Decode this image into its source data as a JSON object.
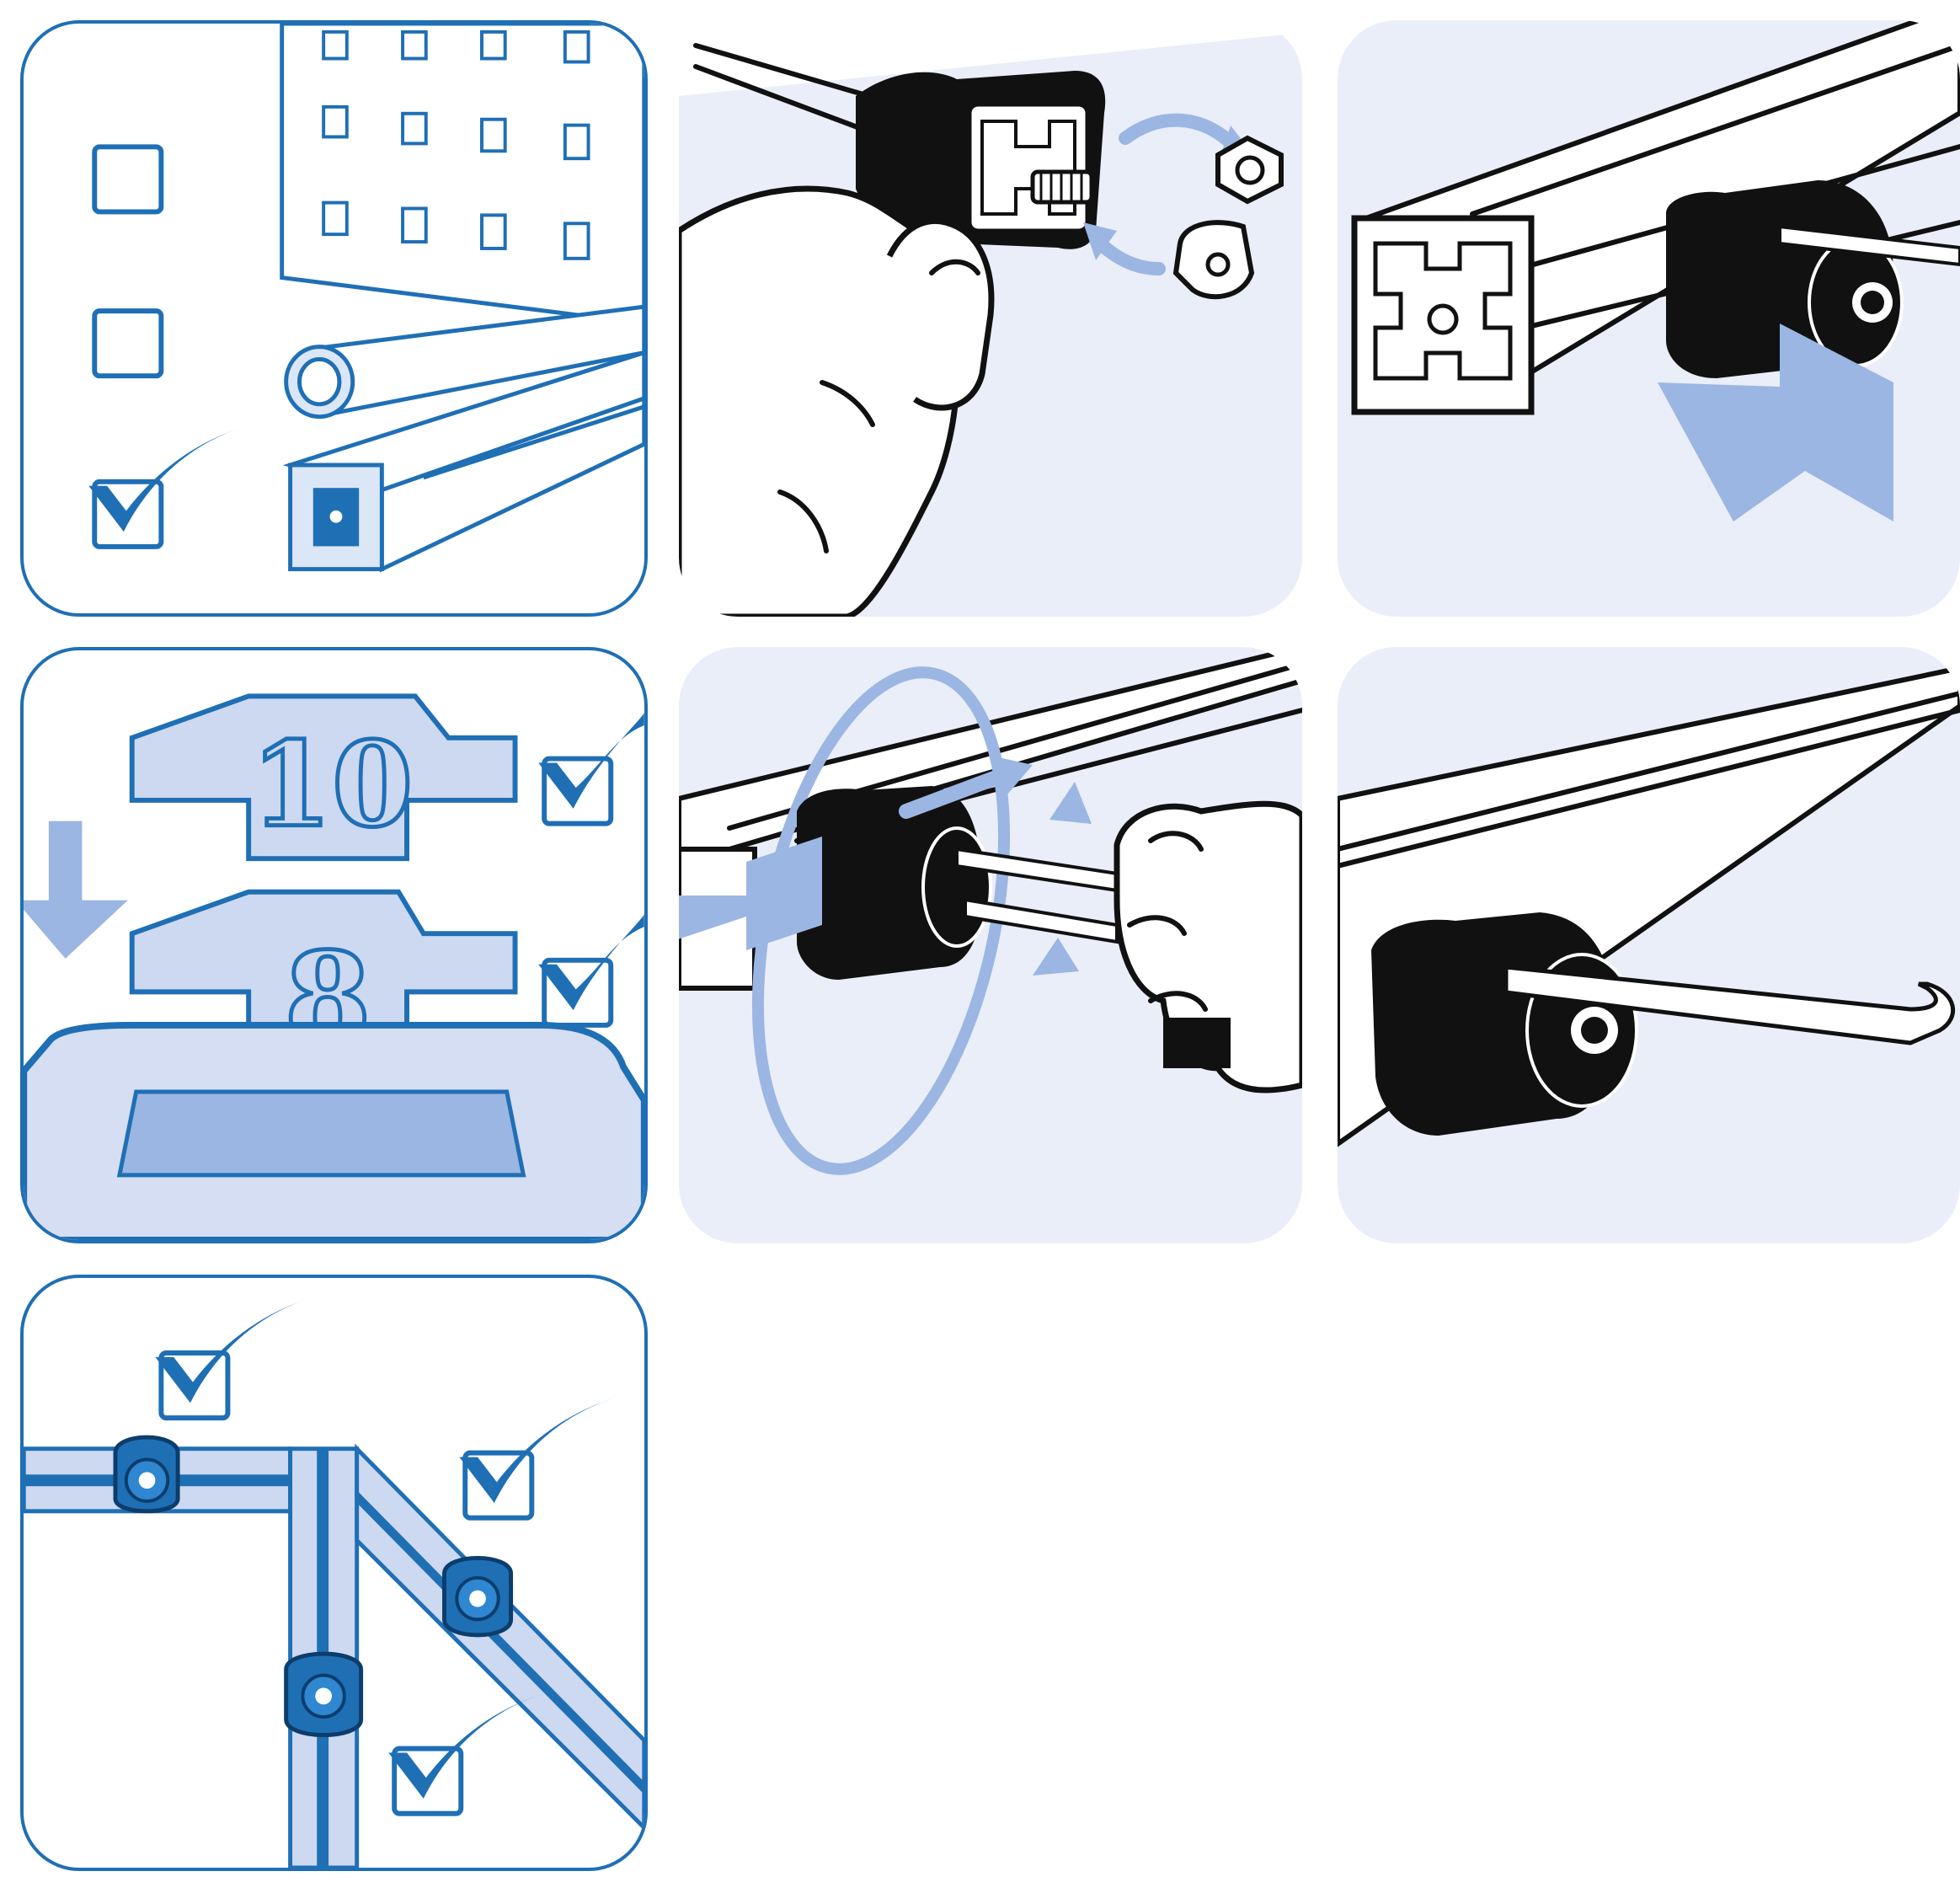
{
  "steps": [
    {
      "id": 1,
      "kind": "profile-type-selection"
    },
    {
      "id": 2,
      "kind": "insert-nut"
    },
    {
      "id": 3,
      "kind": "slide-into-slot"
    },
    {
      "id": 4,
      "kind": "slot-size-selection",
      "sizes": [
        "10",
        "8"
      ]
    },
    {
      "id": 5,
      "kind": "tighten-with-hex-key"
    },
    {
      "id": 6,
      "kind": "mounted-hook"
    },
    {
      "id": 7,
      "kind": "orientation-options"
    }
  ],
  "colors": {
    "frame_blue": "#1f6fb5",
    "panel_tint": "#e9eef9",
    "accent_blue": "#9bb6e2",
    "ink": "#111111"
  }
}
